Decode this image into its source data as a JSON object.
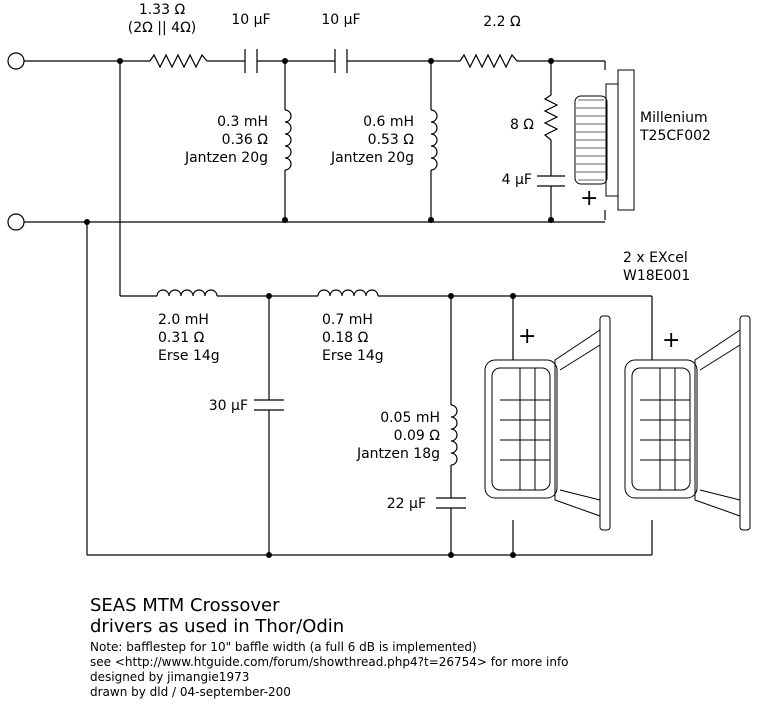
{
  "tweeter_section": {
    "r_series_value": "1.33 Ω",
    "r_series_note": "(2Ω || 4Ω)",
    "c1": "10 µF",
    "c2": "10 µF",
    "r2": "2.2 Ω",
    "l1": [
      "0.3 mH",
      "0.36 Ω",
      "Jantzen 20g"
    ],
    "l2": [
      "0.6 mH",
      "0.53 Ω",
      "Jantzen 20g"
    ],
    "r_shunt": "8 Ω",
    "c_shunt": "4 µF",
    "driver": [
      "Millenium",
      "T25CF002"
    ],
    "polarity": "+"
  },
  "woofer_section": {
    "l1": [
      "2.0 mH",
      "0.31 Ω",
      "Erse 14g"
    ],
    "l2": [
      "0.7 mH",
      "0.18 Ω",
      "Erse 14g"
    ],
    "c_shunt": "30 µF",
    "l3": [
      "0.05 mH",
      "0.09 Ω",
      "Jantzen 18g"
    ],
    "c_notch": "22 µF",
    "driver": [
      "2 x EXcel",
      "W18E001"
    ],
    "polarity1": "+",
    "polarity2": "+"
  },
  "notes": {
    "title": "SEAS MTM Crossover",
    "subtitle": "drivers as used in Thor/Odin",
    "lines": [
      "Note: bafflestep for 10\" baffle width (a full 6 dB is implemented)",
      "see <http://www.htguide.com/forum/showthread.php4?t=26754> for more info",
      "designed by jimangie1973",
      "drawn by dld / 04-september-200"
    ]
  }
}
